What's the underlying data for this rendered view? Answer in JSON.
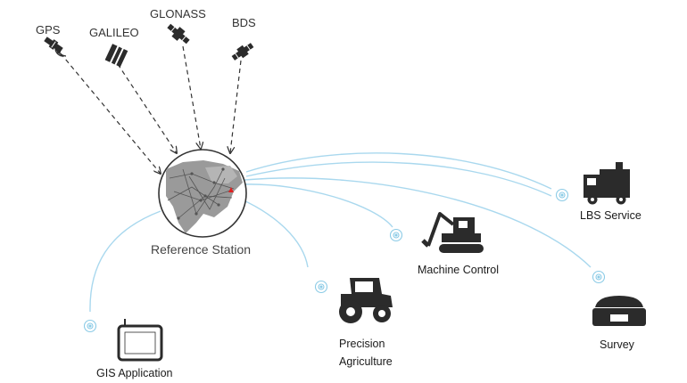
{
  "satellites": [
    {
      "label": "GPS",
      "icon": "gps-satellite-icon"
    },
    {
      "label": "GALILEO",
      "icon": "galileo-satellite-icon"
    },
    {
      "label": "GLONASS",
      "icon": "glonass-satellite-icon"
    },
    {
      "label": "BDS",
      "icon": "bds-satellite-icon"
    }
  ],
  "station": {
    "label": "Reference Station",
    "icon": "globe-network-icon"
  },
  "applications": [
    {
      "label": "GIS Application",
      "icon": "tablet-icon"
    },
    {
      "label_line1": "Precision",
      "label_line2": "Agriculture",
      "icon": "tractor-icon"
    },
    {
      "label": "Machine Control",
      "icon": "excavator-icon"
    },
    {
      "label": "LBS Service",
      "icon": "truck-icon"
    },
    {
      "label": "Survey",
      "icon": "gnss-receiver-icon"
    }
  ],
  "colors": {
    "link": "#a9d8ee",
    "signal": "#8ccbe6",
    "icon": "#2b2b2b",
    "dashed": "#333333",
    "marker": "#e02020"
  }
}
